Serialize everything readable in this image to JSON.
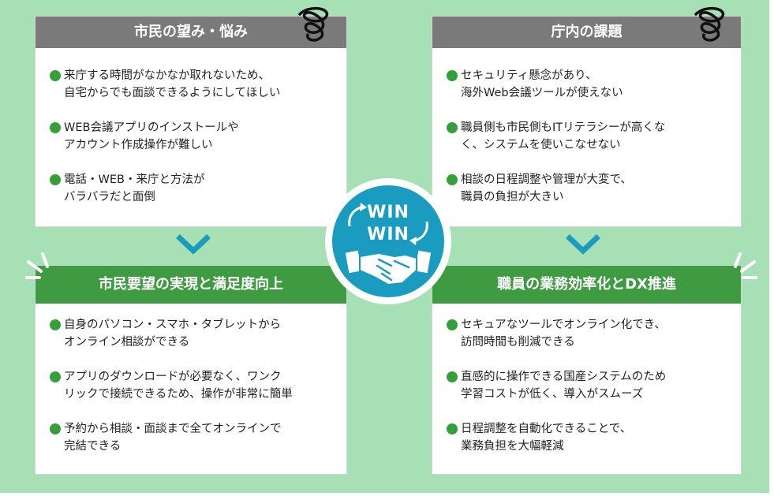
{
  "panels": {
    "top_left": {
      "title": "市民の望み・悩み",
      "items": [
        "来庁する時間がなかなか取れないため、\n自宅からでも面談できるようにしてほしい",
        "WEB会議アプリのインストールや\nアカウント作成操作が難しい",
        "電話・WEB・来庁と方法が\nバラバラだと面倒"
      ]
    },
    "top_right": {
      "title": "庁内の課題",
      "items": [
        "セキュリティ懸念があり、\n海外Web会議ツールが使えない",
        "職員側も市民側もITリテラシーが高くな\nく、システムを使いこなせない",
        "相談の日程調整や管理が大変で、\n職員の負担が大きい"
      ]
    },
    "bottom_left": {
      "title": "市民要望の実現と満足度向上",
      "items": [
        "自身のパソコン・スマホ・タブレットから\nオンライン相談ができる",
        "アプリのダウンロードが必要なく、ワンク\nリックで接続できるため、操作が非常に簡単",
        "予約から相談・面談まで全てオンラインで\n完結できる"
      ]
    },
    "bottom_right": {
      "title": "職員の業務効率化とDX推進",
      "items": [
        "セキュアなツールでオンライン化でき、\n訪問時間も削減できる",
        "直感的に操作できる国産システムのため\n学習コストが低く、導入がスムーズ",
        "日程調整を自動化できることで、\n業務負担を大幅軽減"
      ]
    }
  },
  "center": {
    "line1": "WIN",
    "line2": "WIN",
    "icon": "handshake-icon"
  },
  "colors": {
    "background": "#a6e0b4",
    "header_gray": "#7a7a7a",
    "header_green": "#3f9b41",
    "bullet": "#35a03a",
    "accent_blue": "#1a9cc0"
  }
}
